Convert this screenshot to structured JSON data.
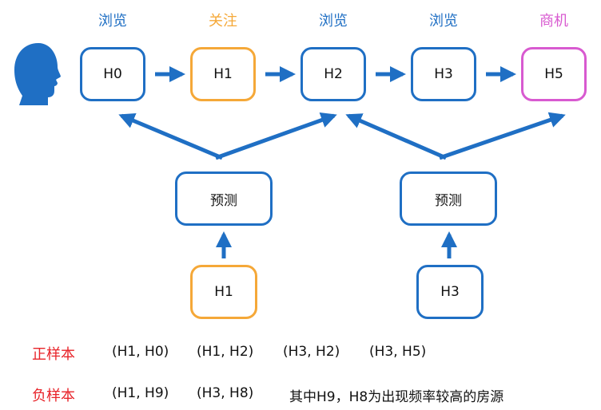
{
  "colors": {
    "browse": "#1f6fc4",
    "follow": "#f5a838",
    "opportunity": "#d85ad0",
    "sample_label": "#e8242a",
    "arrow": "#1f6fc4"
  },
  "icons": {
    "user": "user-head-silhouette-icon"
  },
  "sequence": [
    {
      "action": "浏览",
      "id": "H0"
    },
    {
      "action": "关注",
      "id": "H1"
    },
    {
      "action": "浏览",
      "id": "H2"
    },
    {
      "action": "浏览",
      "id": "H3"
    },
    {
      "action": "商机",
      "id": "H5"
    }
  ],
  "predictors": [
    {
      "label": "预测",
      "input": "H1"
    },
    {
      "label": "预测",
      "input": "H3"
    }
  ],
  "samples": {
    "positive": {
      "label": "正样本",
      "pairs": [
        "(H1, H0)",
        "(H1, H2)",
        "(H3, H2)",
        "(H3, H5)"
      ]
    },
    "negative": {
      "label": "负样本",
      "pairs": [
        "(H1, H9)",
        "(H3, H8)"
      ],
      "note": "其中H9，H8为出现频率较高的房源"
    }
  }
}
